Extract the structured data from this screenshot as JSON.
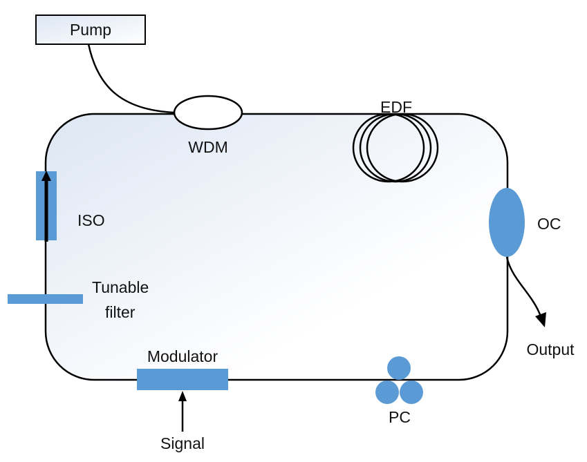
{
  "labels": {
    "pump": "Pump",
    "wdm": "WDM",
    "edf": "EDF",
    "iso": "ISO",
    "oc": "OC",
    "tunable_filter_line1": "Tunable",
    "tunable_filter_line2": "filter",
    "modulator": "Modulator",
    "pc": "PC",
    "signal": "Signal",
    "output": "Output"
  },
  "colors": {
    "component_blue": "#5b9bd5",
    "loop_fill_start": "#dde6f3",
    "loop_fill_end": "#ffffff",
    "line": "#000000"
  }
}
